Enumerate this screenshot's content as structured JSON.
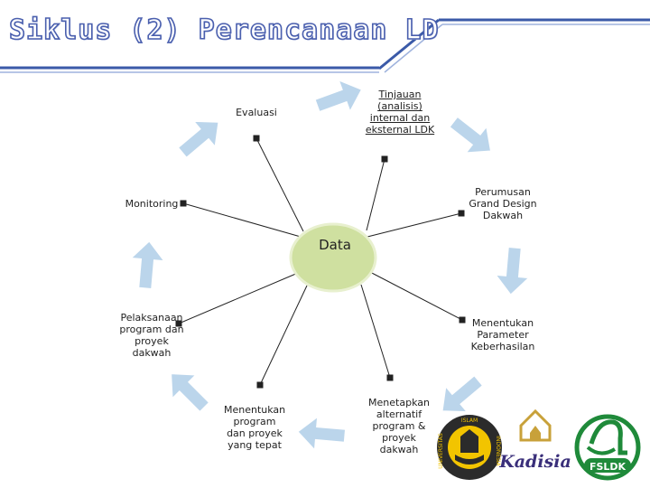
{
  "slide": {
    "title": "Siklus (2) Perencanaan LD"
  },
  "diagram": {
    "center": "Data",
    "nodes": {
      "tinjauan": "Tinjauan (analisis) internal dan eksternal LDK",
      "evaluasi": "Evaluasi",
      "monitoring": "Monitoring",
      "perumusan": "Perumusan Grand Design Dakwah",
      "pelaksanaan": "Pelaksanaan program dan proyek dakwah",
      "parameter": "Menentukan Parameter Keberhasilan",
      "menentukan_program": "Menentukan program dan proyek yang tepat",
      "menetapkan": "Menetapkan alternatif program & proyek dakwah"
    }
  },
  "logos": {
    "uii_ring_left": "UNIVERSITAS",
    "uii_ring_top": "ISLAM",
    "uii_ring_right": "INDONESIA",
    "kadisia": "Kadisia",
    "fsldk": "FSLDK"
  },
  "colors": {
    "title_stroke": "#4a5fae",
    "header_line": "#3b5aa8",
    "arrow": "#b8d3ea",
    "center_fill": "#cfe0a0"
  }
}
